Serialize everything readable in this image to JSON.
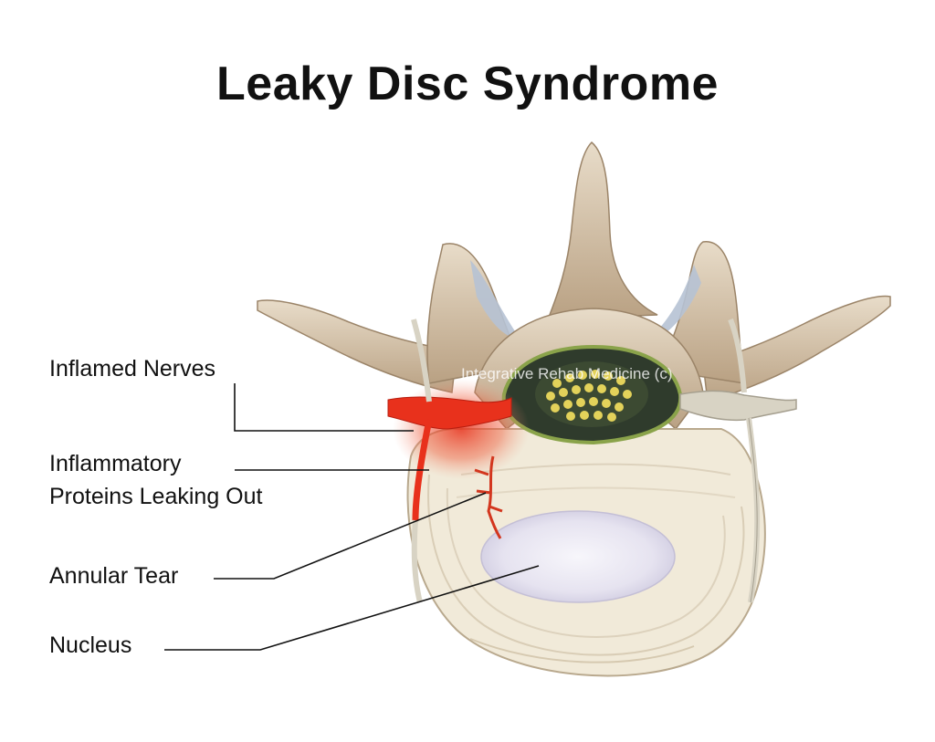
{
  "title": "Leaky Disc Syndrome",
  "labels": {
    "inflamed_nerves": "Inflamed Nerves",
    "inflammatory_proteins_line1": "Inflammatory",
    "inflammatory_proteins_line2": "Proteins Leaking Out",
    "annular_tear": "Annular Tear",
    "nucleus": "Nucleus"
  },
  "watermark": "Integrative Rehab Medicine (c)",
  "colors": {
    "bone": "#c9b49a",
    "bone_light": "#e6d8c4",
    "disc": "#f3ede0",
    "nucleus": "#e4e2ee",
    "inflammation": "#e8311c",
    "spinal_canal": "#2f3b2c",
    "nerve_fibers": "#e3d25a",
    "nerve_root": "#d8d3c4"
  }
}
